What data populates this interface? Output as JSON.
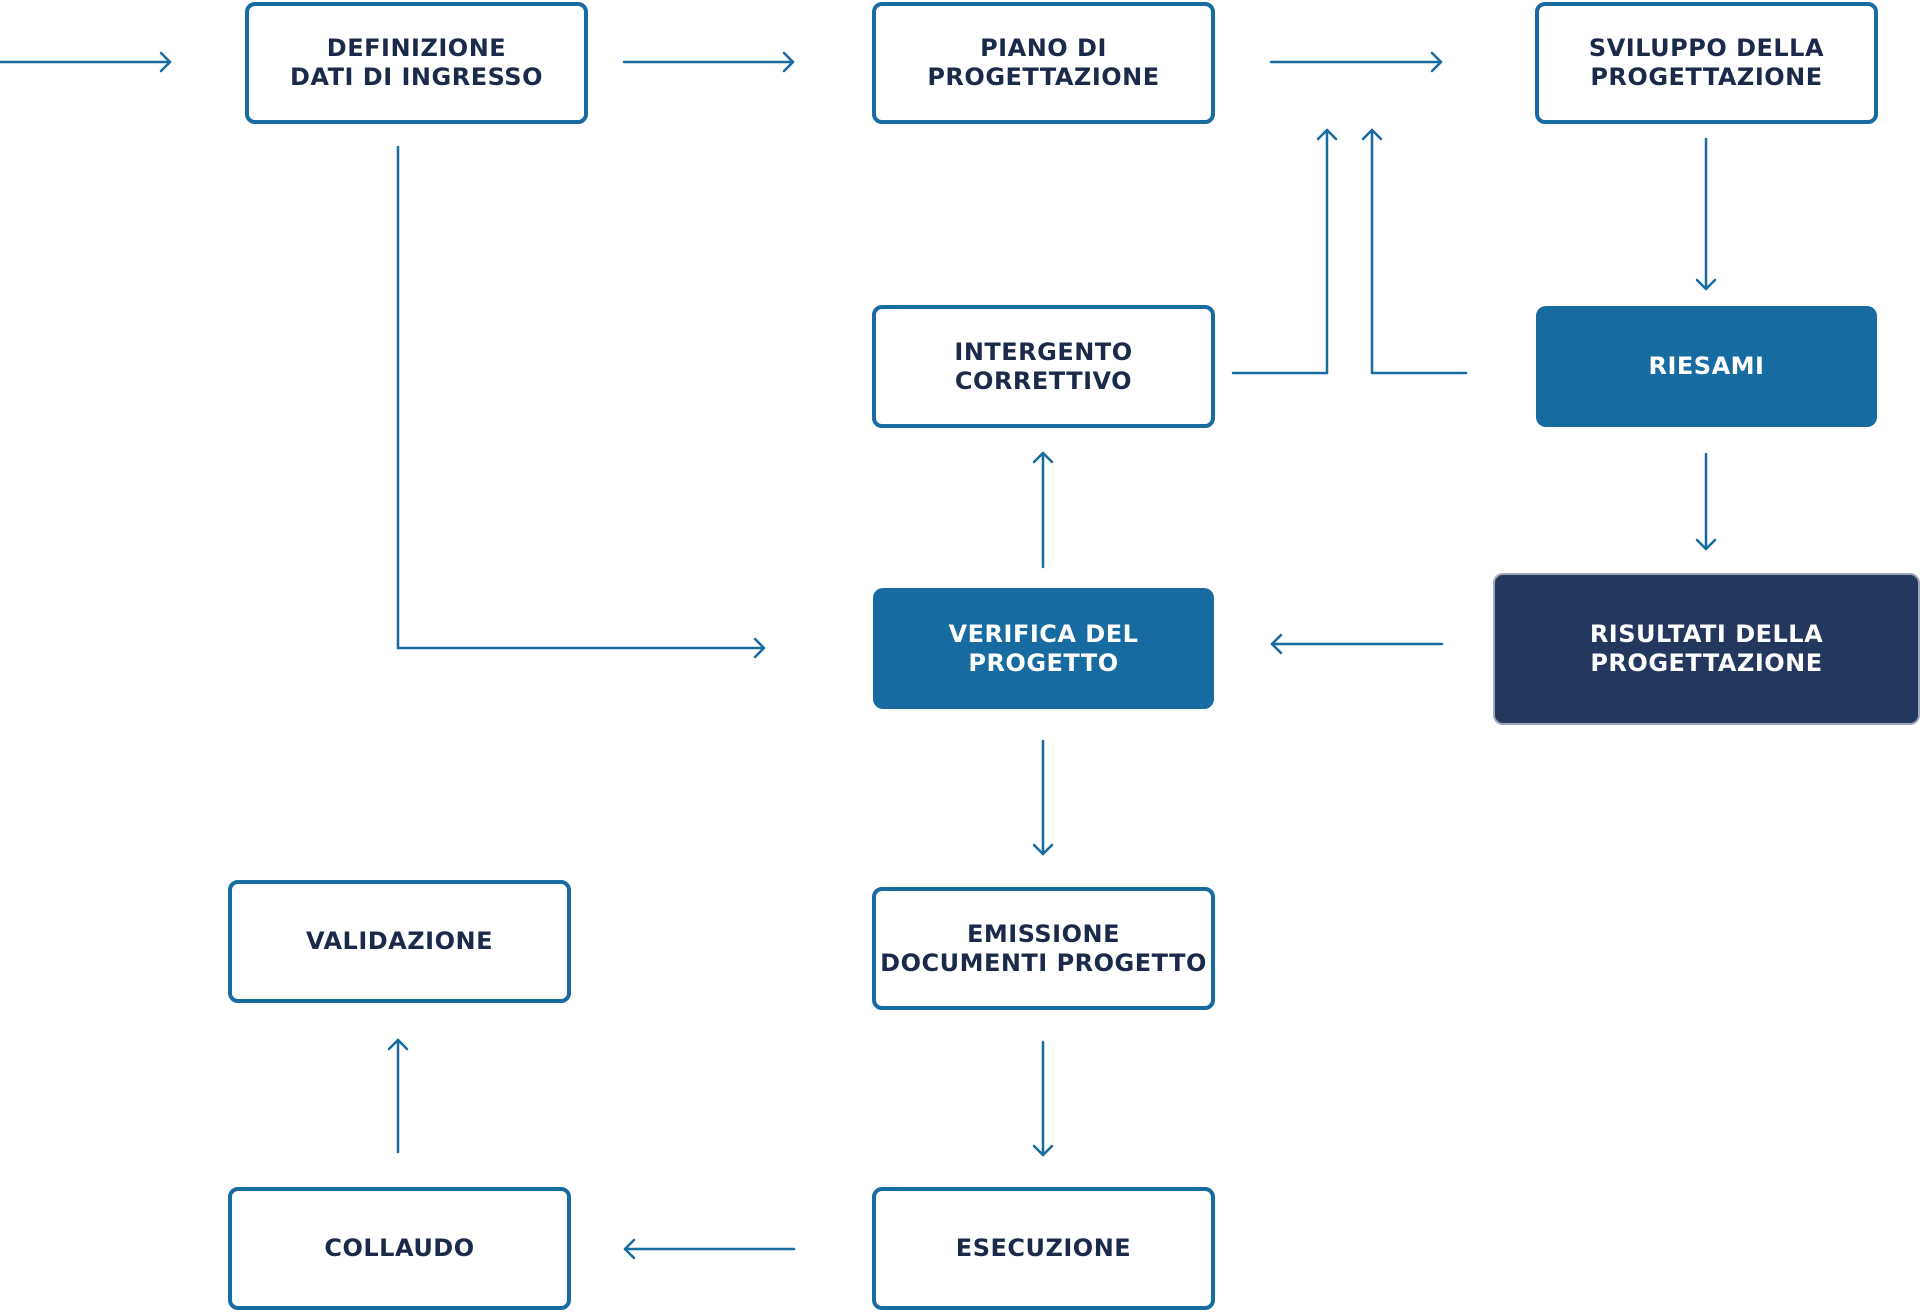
{
  "colors": {
    "accent": "#176ba0",
    "dark_node": "#23375f",
    "text_dark": "#1b2a4a",
    "connector": "#176ba0"
  },
  "nodes": {
    "definizione": {
      "label": "DEFINIZIONE\nDATI DI INGRESSO"
    },
    "piano": {
      "label": "PIANO DI\nPROGETTAZIONE"
    },
    "sviluppo": {
      "label": "SVILUPPO DELLA\nPROGETTAZIONE"
    },
    "intergento": {
      "label": "INTERGENTO\nCORRETTIVO"
    },
    "riesami": {
      "label": "RIESAMI"
    },
    "verifica": {
      "label": "VERIFICA DEL\nPROGETTO"
    },
    "risultati": {
      "label": "RISULTATI DELLA\nPROGETTAZIONE"
    },
    "emissione": {
      "label": "EMISSIONE\nDOCUMENTI PROGETTO"
    },
    "validazione": {
      "label": "VALIDAZIONE"
    },
    "collaudo": {
      "label": "COLLAUDO"
    },
    "esecuzione": {
      "label": "ESECUZIONE"
    }
  }
}
